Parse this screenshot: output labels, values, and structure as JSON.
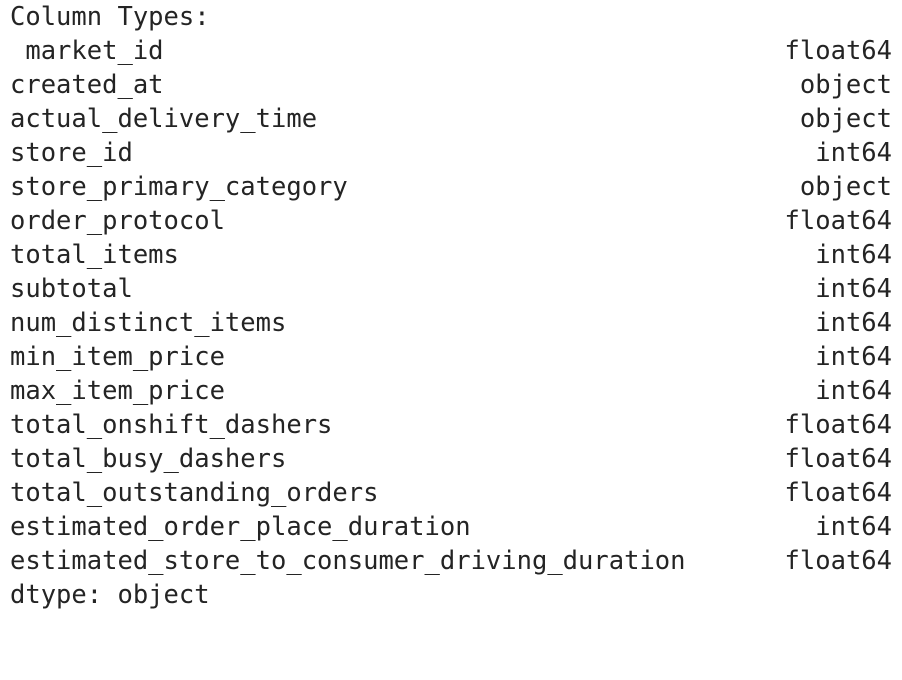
{
  "output": {
    "heading": "Column Types:",
    "footer": "dtype: object",
    "columns": [
      {
        "name": " market_id",
        "dtype": "float64"
      },
      {
        "name": "created_at",
        "dtype": "object"
      },
      {
        "name": "actual_delivery_time",
        "dtype": "object"
      },
      {
        "name": "store_id",
        "dtype": "int64"
      },
      {
        "name": "store_primary_category",
        "dtype": "object"
      },
      {
        "name": "order_protocol",
        "dtype": "float64"
      },
      {
        "name": "total_items",
        "dtype": "int64"
      },
      {
        "name": "subtotal",
        "dtype": "int64"
      },
      {
        "name": "num_distinct_items",
        "dtype": "int64"
      },
      {
        "name": "min_item_price",
        "dtype": "int64"
      },
      {
        "name": "max_item_price",
        "dtype": "int64"
      },
      {
        "name": "total_onshift_dashers",
        "dtype": "float64"
      },
      {
        "name": "total_busy_dashers",
        "dtype": "float64"
      },
      {
        "name": "total_outstanding_orders",
        "dtype": "float64"
      },
      {
        "name": "estimated_order_place_duration",
        "dtype": "int64"
      },
      {
        "name": "estimated_store_to_consumer_driving_duration",
        "dtype": "float64"
      }
    ]
  },
  "theme": {
    "background": "#ffffff",
    "text_color": "#242424"
  }
}
